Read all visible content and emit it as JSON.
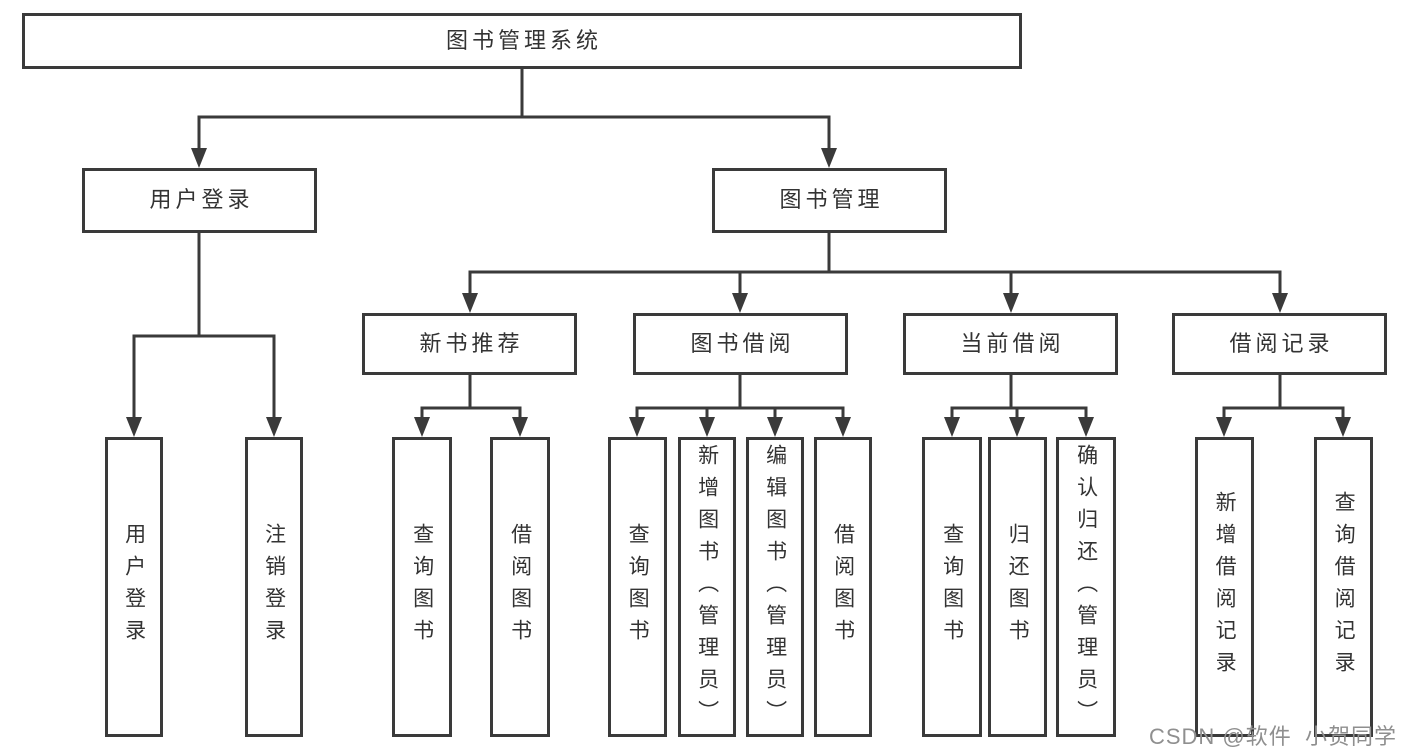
{
  "colors": {
    "line": "#3A3A3A",
    "box_border": "#3A3A3A",
    "box_fill": "#FFFFFF",
    "text": "#333333",
    "background": "#FFFFFF",
    "watermark": "#8F8F8F"
  },
  "diagram": {
    "type": "hierarchy-tree",
    "root": "图书管理系统",
    "branches": [
      {
        "label": "用户登录",
        "children": [
          "用户登录",
          "注销登录"
        ]
      },
      {
        "label": "图书管理",
        "sections": [
          {
            "label": "新书推荐",
            "children": [
              "查询图书",
              "借阅图书"
            ]
          },
          {
            "label": "图书借阅",
            "children": [
              "查询图书",
              "新增图书（管理员）",
              "编辑图书（管理员）",
              "借阅图书"
            ]
          },
          {
            "label": "当前借阅",
            "children": [
              "查询图书",
              "归还图书",
              "确认归还（管理员）"
            ]
          },
          {
            "label": "借阅记录",
            "children": [
              "新增借阅记录",
              "查询借阅记录"
            ]
          }
        ]
      }
    ]
  },
  "watermark": {
    "text": "CSDN @软件_小贺同学"
  }
}
